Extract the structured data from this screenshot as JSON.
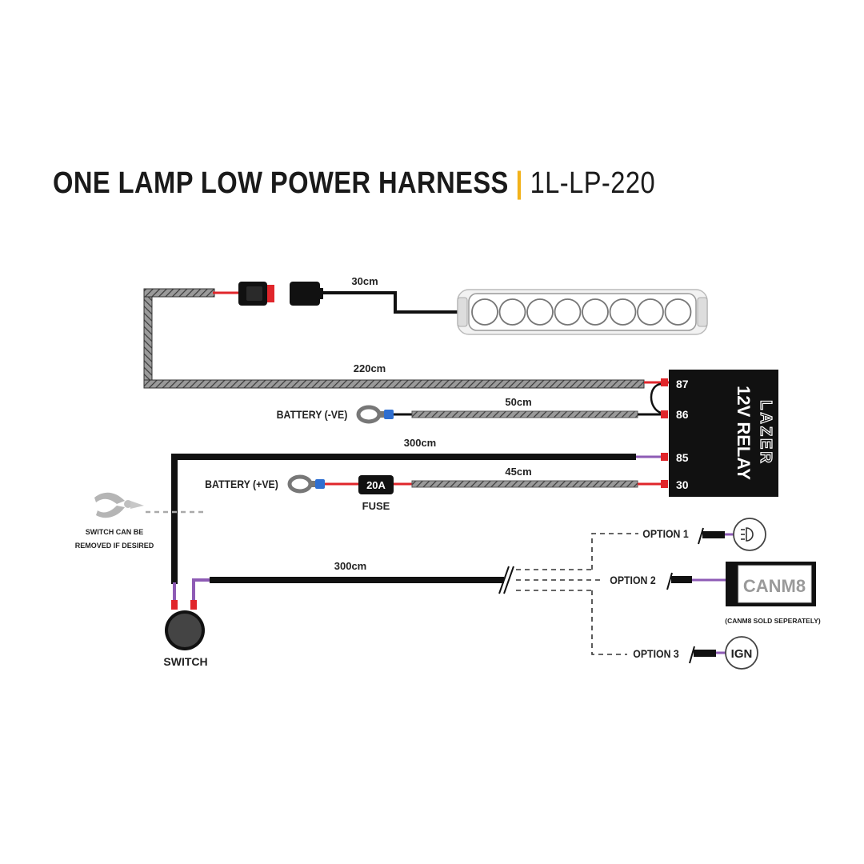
{
  "title": {
    "main": "ONE LAMP LOW POWER HARNESS",
    "separator": "|",
    "part_number": "1L-LP-220"
  },
  "relay": {
    "brand": "LAZER",
    "label": "12V RELAY",
    "pins": [
      "87",
      "86",
      "85",
      "30"
    ]
  },
  "cable_lengths": {
    "lamp_lead": "30cm",
    "relay_to_lamp": "220cm",
    "battery_negative": "50cm",
    "relay_to_switch": "300cm",
    "battery_positive": "45cm",
    "switch_to_trigger": "300cm"
  },
  "battery": {
    "negative_label": "BATTERY (-VE)",
    "positive_label": "BATTERY (+VE)"
  },
  "fuse": {
    "rating": "20A",
    "label": "FUSE"
  },
  "switch": {
    "label": "SWITCH",
    "note_line1": "SWITCH CAN BE",
    "note_line2": "REMOVED IF DESIRED"
  },
  "options": [
    {
      "label": "OPTION 1",
      "icon": "headlight-icon"
    },
    {
      "label": "OPTION 2",
      "device": "CANM8",
      "note": "(CANM8 SOLD SEPERATELY)"
    },
    {
      "label": "OPTION 3",
      "device": "IGN"
    }
  ],
  "colors": {
    "wire_black": "#111111",
    "wire_red": "#e0262b",
    "wire_purple": "#8e5bb5",
    "terminal_blue": "#2f6fd1",
    "accent_yellow": "#f2b21b",
    "relay_body": "#111111"
  }
}
